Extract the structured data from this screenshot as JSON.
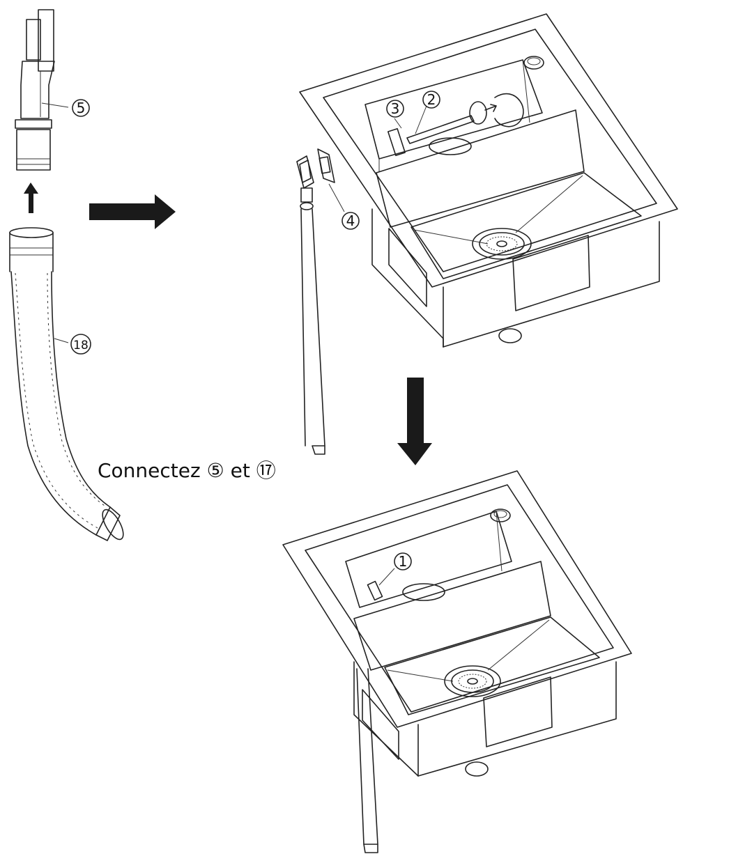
{
  "labels": {
    "part_5": "5",
    "part_18": "18",
    "part_3": "3",
    "part_2": "2",
    "part_4": "4",
    "part_1": "1"
  },
  "caption": "Connectez ⑤ et ⑰",
  "colors": {
    "line": "#222222",
    "arrow": "#1a1a1a",
    "background": "#ffffff"
  }
}
